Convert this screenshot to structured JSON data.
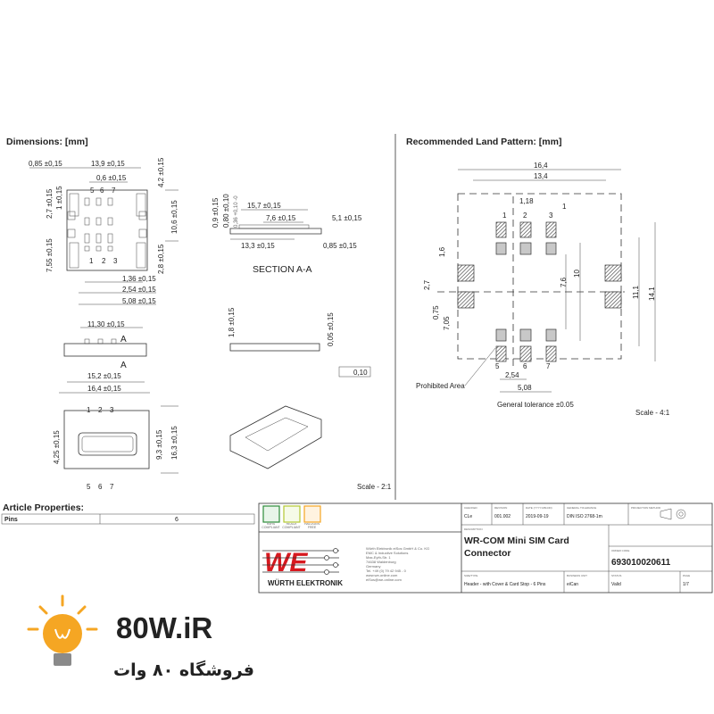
{
  "dimensions": {
    "title": "Dimensions: [mm]",
    "top_view": {
      "labels": [
        "0,85 ±0,15",
        "13,9 ±0,15",
        "0,6 ±0,15",
        "4,2 ±0,15",
        "2,7 ±0,15",
        "1 ±0,15",
        "10,6 ±0,15",
        "7,55 ±0,15",
        "2,8 ±0,15",
        "1,36 ±0,15",
        "2,54 ±0,15",
        "5,08 ±0,15"
      ],
      "pins_top": [
        "5",
        "6",
        "7"
      ],
      "pins_bottom": [
        "1",
        "2",
        "3"
      ]
    },
    "section": {
      "labels": [
        "0,9 ±0,15",
        "0,80 ±0,10",
        "0,36 +0,10 -0",
        "15,7 ±0,15",
        "7,6 ±0,15",
        "5,1 ±0,15",
        "13,3 ±0,15",
        "0,85 ±0,15"
      ],
      "title": "SECTION  A-A"
    },
    "side_view": {
      "labels": [
        "11,30 ±0,15",
        "15,2 ±0,15",
        "16,4 ±0,15"
      ],
      "section_marks": [
        "A",
        "A"
      ]
    },
    "side2": {
      "labels": [
        "1,8 ±0,15",
        "0,05 ±0,15",
        "0,10"
      ]
    },
    "bottom_view": {
      "labels": [
        "4,25 ±0,15",
        "9,3 ±0,15",
        "16,3 ±0,15"
      ],
      "pins_top": [
        "1",
        "2",
        "3"
      ],
      "pins_bottom": [
        "5",
        "6",
        "7"
      ]
    },
    "scale": "Scale - 2:1"
  },
  "land_pattern": {
    "title": "Recommended Land Pattern: [mm]",
    "labels": {
      "w_outer": "16,4",
      "w_inner": "13,4",
      "pitch_small": "1,18",
      "pad_w": "1",
      "h1": "1,6",
      "h2": "2,7",
      "h3": "0,75",
      "h4": "7,05",
      "v1": "7,6",
      "v2": "10",
      "v3": "11,1",
      "v4": "14,1",
      "x1": "2,54",
      "x2": "5,08"
    },
    "pins_top": [
      "1",
      "2",
      "3"
    ],
    "pins_bottom": [
      "5",
      "6",
      "7"
    ],
    "prohibited": "Prohibited Area",
    "tolerance": "General tolerance ±0.05",
    "scale": "Scale - 4:1"
  },
  "article_properties": {
    "title": "Article Properties:",
    "rows": [
      {
        "name": "Pins",
        "value": "6"
      }
    ]
  },
  "title_block": {
    "badges": [
      "RoHS COMPLIANT",
      "REACh COMPLIANT",
      "HALOGEN FREE"
    ],
    "company": "WÜRTH ELEKTRONIK",
    "address": [
      "Würth Elektronik eiSos GmbH & Co. KG",
      "EMC & Inductive Solutions",
      "Max-Eyth-Str. 1",
      "74638 Waldenburg",
      "Germany",
      "Tel. +49 (0) 79 42 945 - 0",
      "www.we-online.com",
      "eiSos@we-online.com"
    ],
    "checked_label": "CHECKED",
    "checked": "CLe",
    "revision_label": "REVISION",
    "revision": "001.002",
    "date_label": "DATE (YYYY-MM-DD)",
    "date": "2019-09-19",
    "tolerance_label": "GENERAL TOLERANCE",
    "tolerance": "DIN ISO 2768-1m",
    "projection_label": "PROJECTION METHOD",
    "description_label": "DESCRIPTION",
    "description": [
      "WR-COM Mini SIM Card",
      "Connector"
    ],
    "order_label": "ORDER CODE",
    "order_code": "693010020611",
    "subtype_label": "SIZE/TYPE",
    "subtype": "Header - with Cover & Card Stop - 6 Pins",
    "unit_label": "BUSINESS UNIT",
    "unit": "eiCan",
    "status_label": "STATUS",
    "status": "Valid",
    "page_label": "PAGE",
    "page": "1/7"
  },
  "watermark": {
    "brand": "80W.iR",
    "subtitle": "فروشگاه ۸۰ وات"
  },
  "colors": {
    "we_red": "#d7191f",
    "logo_orange": "#f5a623",
    "rohs_green": "#2e8b3a"
  }
}
